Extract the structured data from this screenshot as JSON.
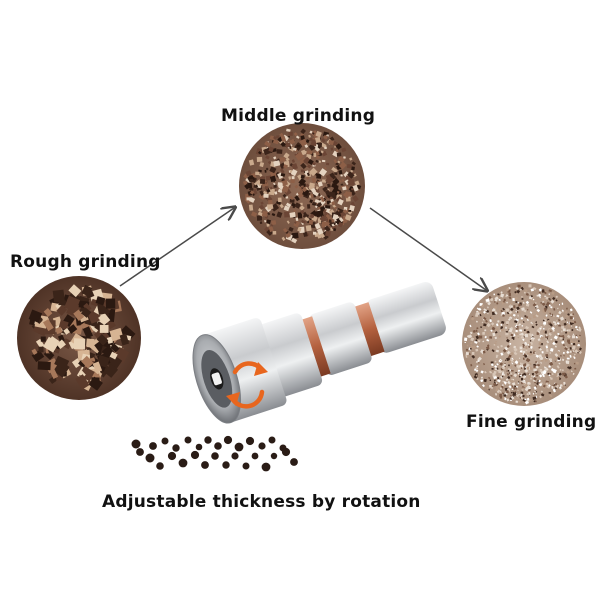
{
  "labels": {
    "middle": "Middle grinding",
    "rough": "Rough grinding",
    "fine": "Fine grinding",
    "caption": "Adjustable thickness by rotation"
  },
  "colors": {
    "text": "#111111",
    "arrow": "#4a4a4a",
    "steel_light": "#e8e9eb",
    "steel_dark": "#8a8d92",
    "copper": "#b4613f",
    "rotate_arrow": "#e8661e",
    "pepper": "#2a1c16"
  },
  "icons": {
    "rotate": "rotate-arrows-icon"
  }
}
